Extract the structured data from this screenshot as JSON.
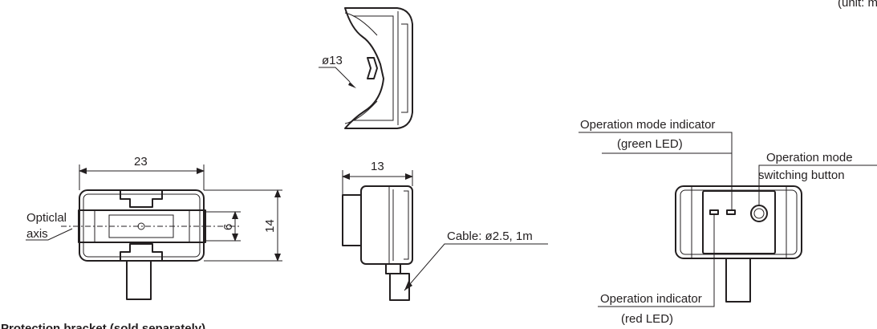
{
  "unit_note": "(unit: mm)",
  "top_view": {
    "diameter_label": "ø13"
  },
  "front_view": {
    "width_label": "23",
    "height_label": "14",
    "inner_label": "6",
    "axis_label_line1": "Opticlal",
    "axis_label_line2": "axis"
  },
  "side_view": {
    "depth_label": "13",
    "cable_label": "Cable: ø2.5, 1m"
  },
  "rear_view": {
    "mode_indicator_line1": "Operation mode indicator",
    "mode_indicator_line2": "(green LED)",
    "switch_line1": "Operation mode",
    "switch_line2": "switching button",
    "op_indicator_line1": "Operation indicator",
    "op_indicator_line2": "(red LED)"
  },
  "bottom_heading": "Protection bracket (sold separately)"
}
